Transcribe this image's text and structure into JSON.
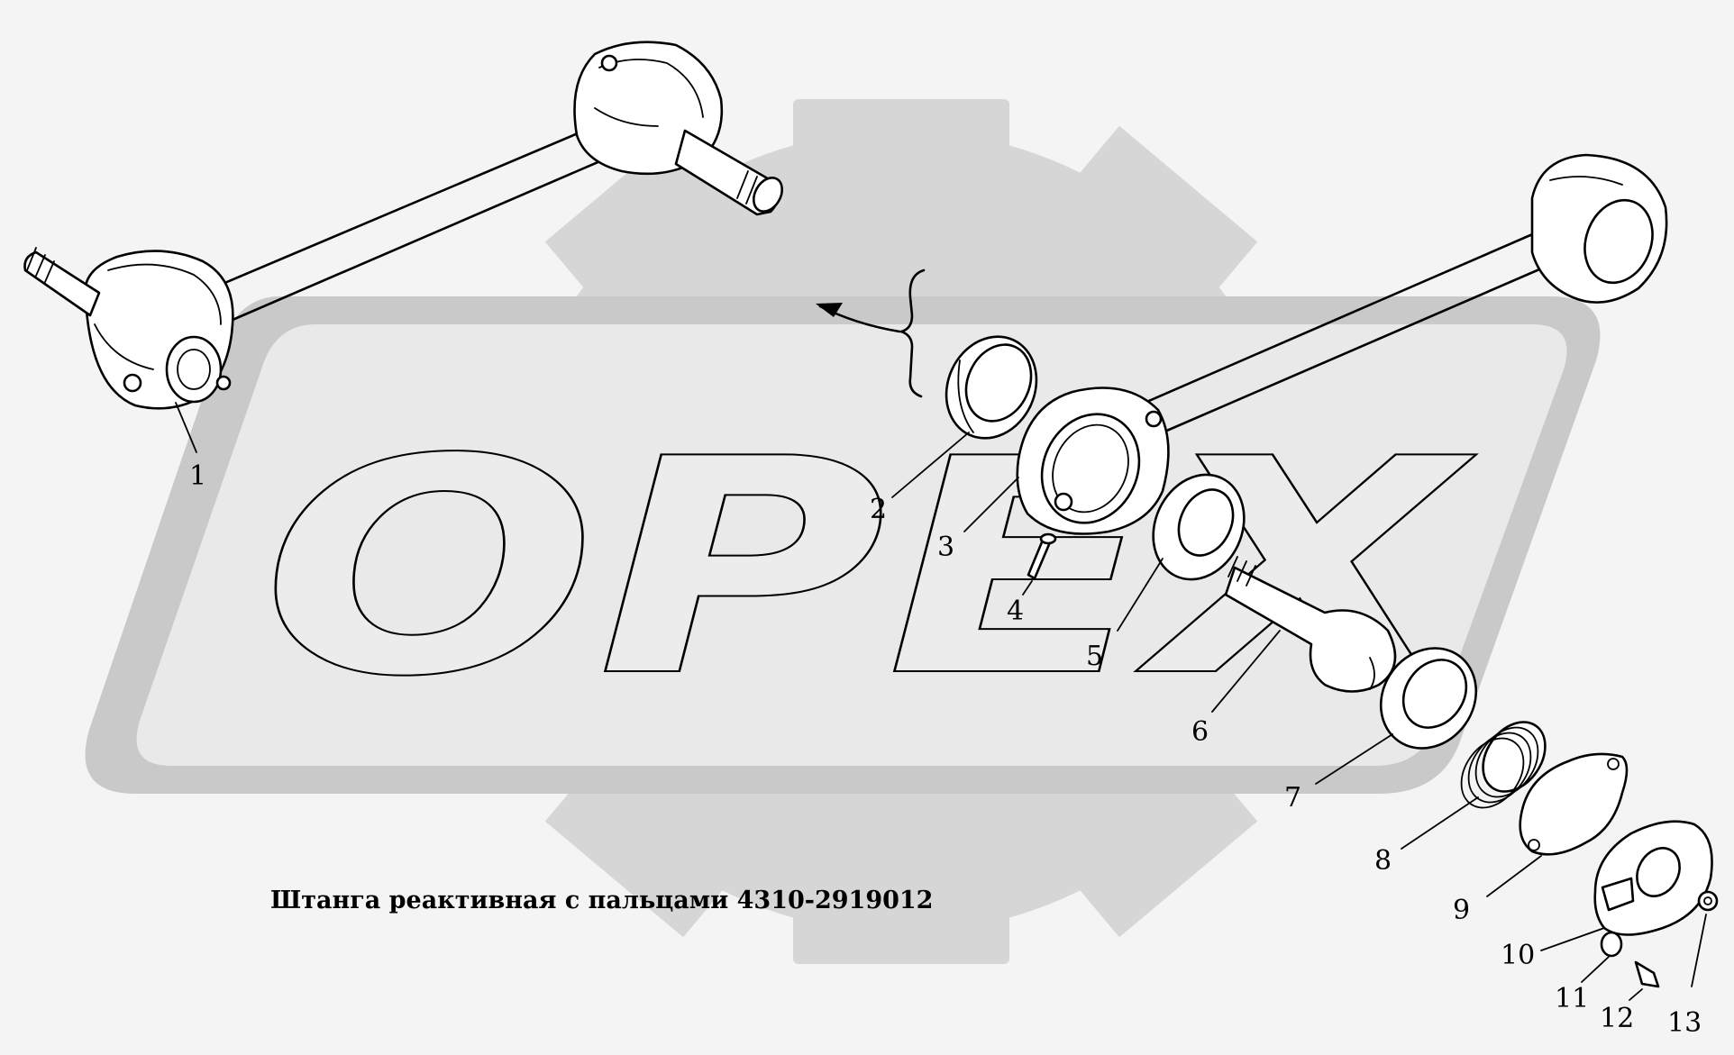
{
  "caption": "Штанга реактивная с пальцами 4310-2919012",
  "watermark": "OPEX",
  "callouts": [
    "1",
    "2",
    "3",
    "4",
    "5",
    "6",
    "7",
    "8",
    "9",
    "10",
    "11",
    "12",
    "13"
  ],
  "colors": {
    "background": "#f4f4f4",
    "watermark_gear": "#d6d6d6",
    "line": "#000000"
  }
}
